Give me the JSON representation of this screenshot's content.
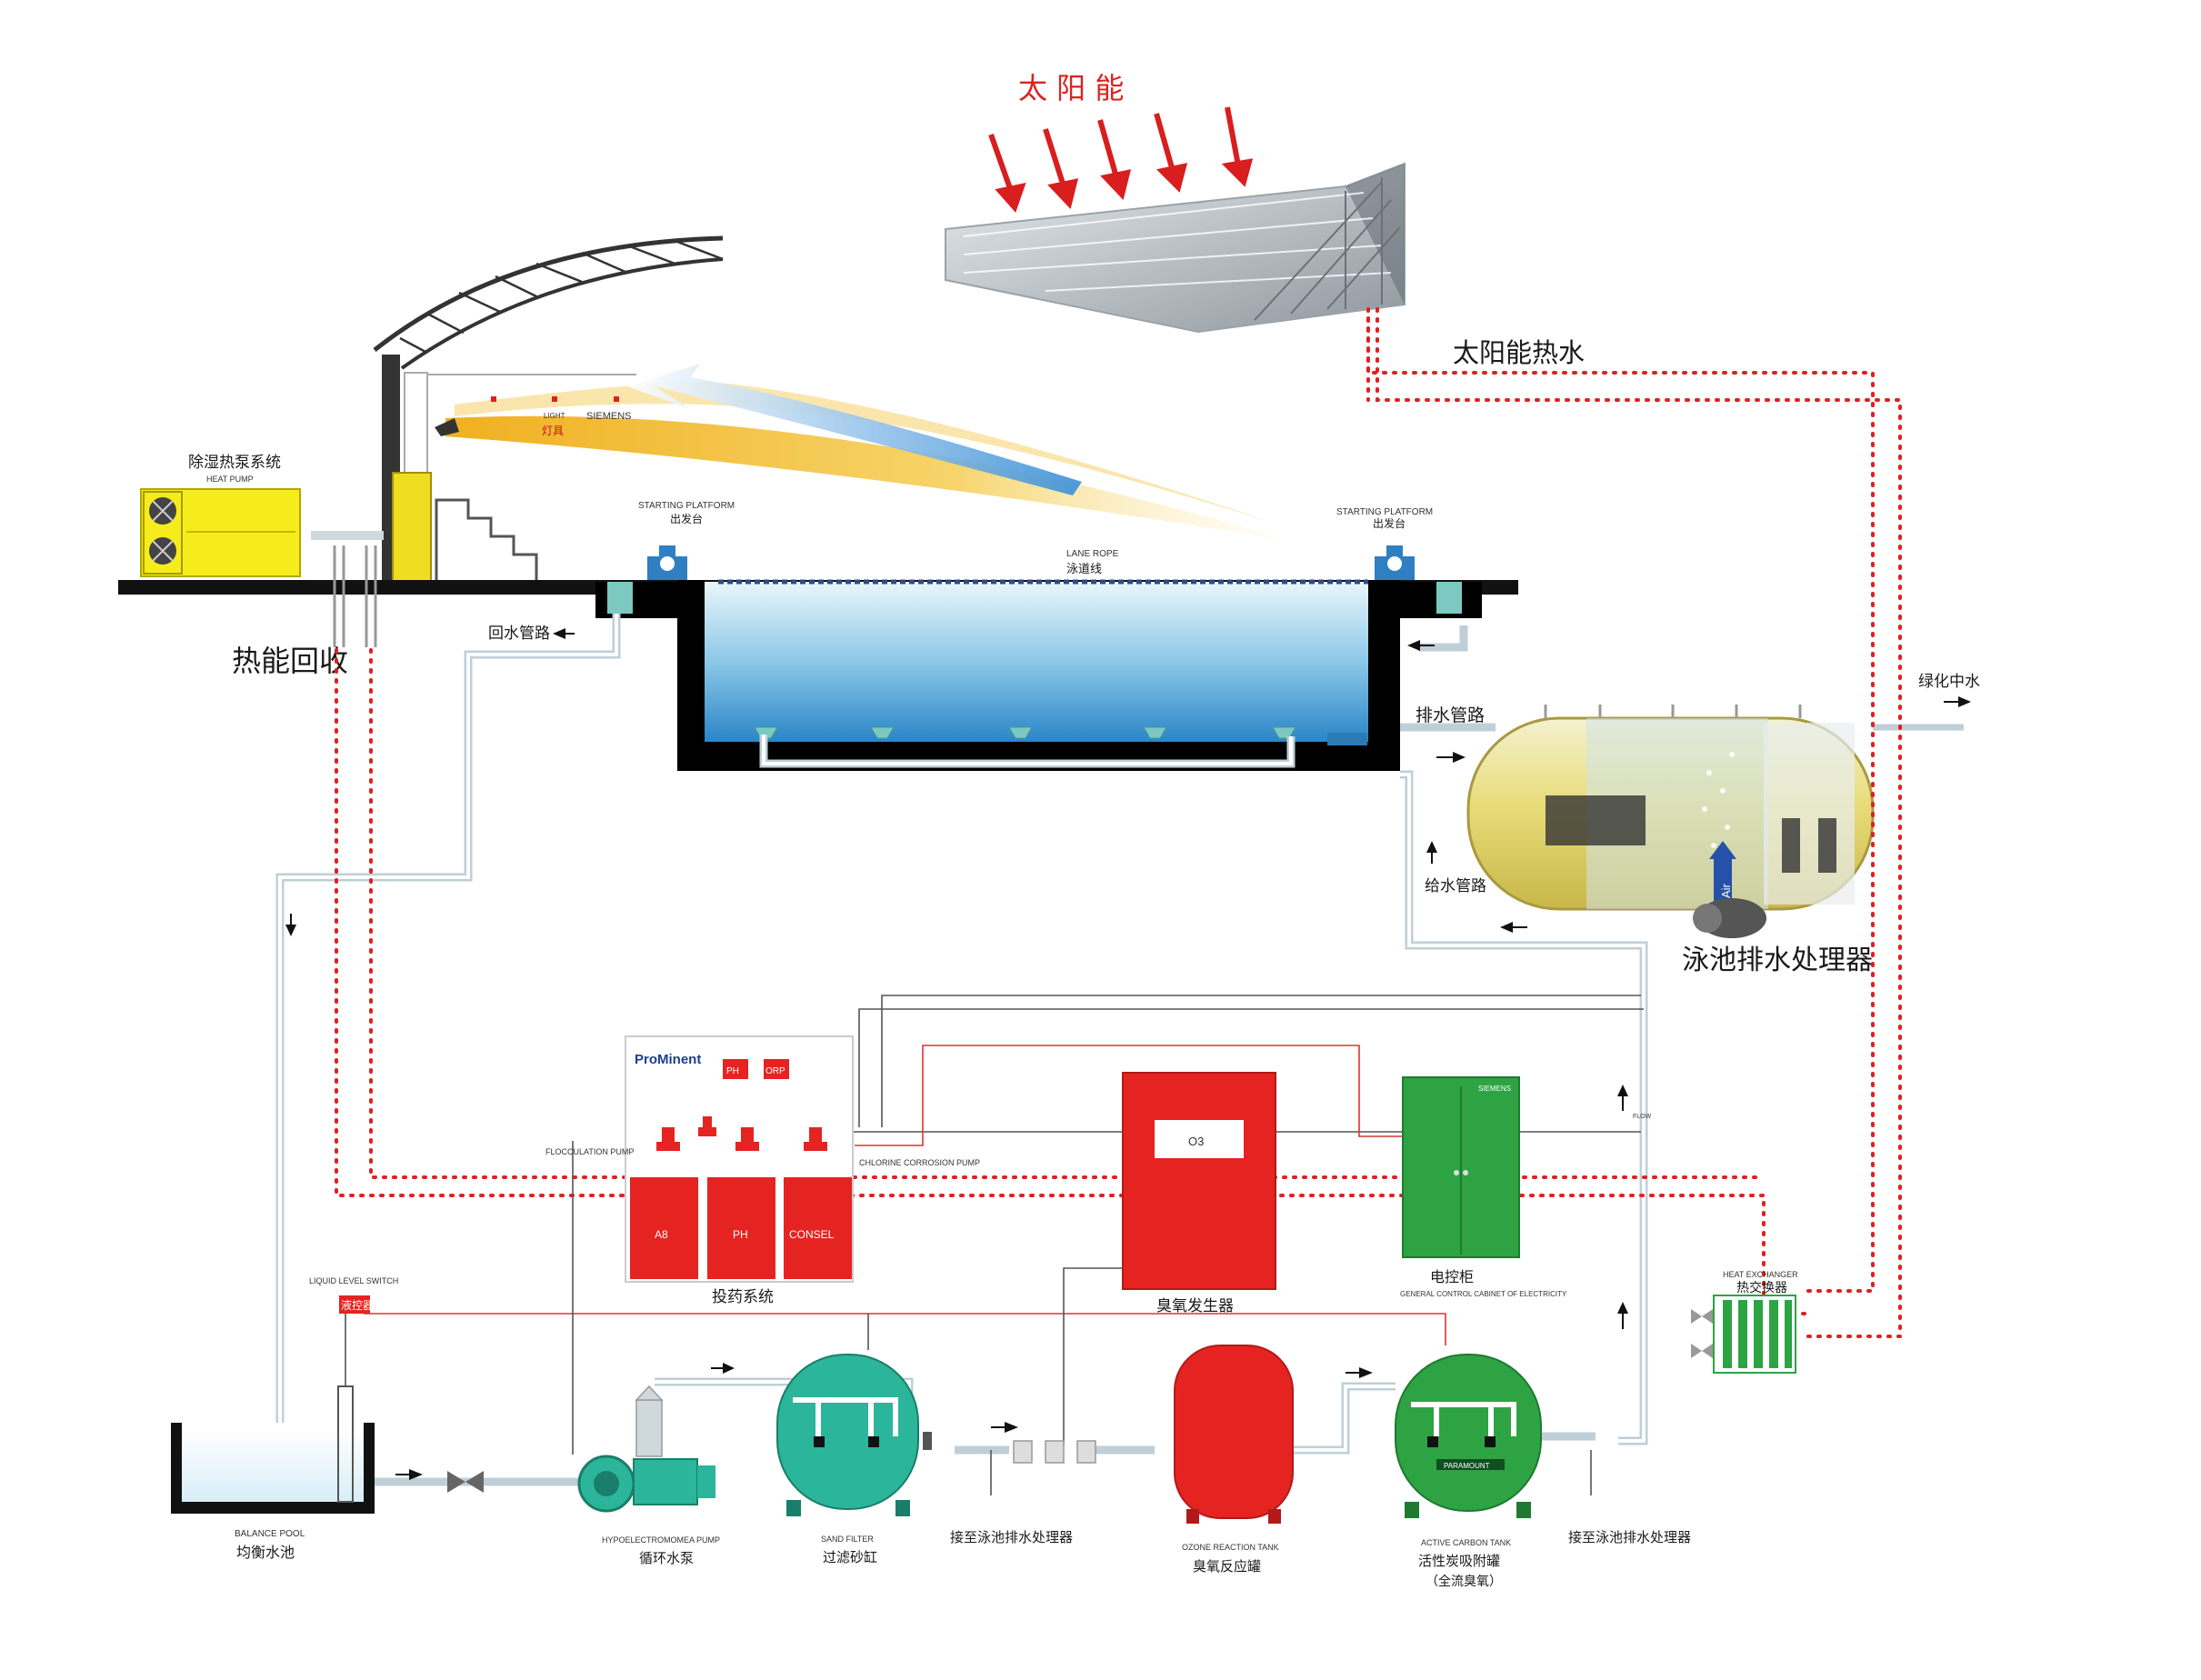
{
  "labels": {
    "solar": "太 阳 能",
    "solar_hot_water": "太阳能热水",
    "heat_pump_cn": "除湿热泵系统",
    "heat_pump_en": "HEAT PUMP",
    "heat_recovery": "热能回收",
    "light_en": "LIGHT",
    "light_cn": "灯具",
    "siemens": "SIEMENS",
    "start_en_1": "STARTING PLATFORM",
    "start_cn_1": "出发台",
    "start_en_2": "STARTING PLATFORM",
    "start_cn_2": "出发台",
    "lane_en": "LANE ROPE",
    "lane_cn": "泳道线",
    "return_pipe": "回水管路",
    "drain_pipe": "排水管路",
    "supply_pipe": "给水管路",
    "greening_water": "绿化中水",
    "treatment": "泳池排水处理器",
    "air": "Air",
    "prominent": "ProMinent",
    "panel_ph": "PH",
    "panel_orp": "ORP",
    "tank_a": "A8",
    "tank_b": "PH",
    "tank_c": "CONSEL",
    "dosing_cn": "投药系统",
    "flocculation_en": "FLOCCULATION PUMP",
    "chlorine_en": "CHLORINE CORROSION PUMP",
    "ozone_panel": "O3",
    "ozone_cn": "臭氧发生器",
    "control_siemens": "SIEMENS",
    "control_cn": "电控柜",
    "control_en": "GENERAL CONTROL CABINET OF ELECTRICITY",
    "heat_ex_en": "HEAT EXCHANGER",
    "heat_ex_cn": "热交换器",
    "level_en": "LIQUID LEVEL SWITCH",
    "level_cn": "液控器",
    "balance_en": "BALANCE POOL",
    "balance_cn": "均衡水池",
    "pump_en": "HYPOELECTROMOMEA PUMP",
    "pump_cn": "循环水泵",
    "sand_en": "SAND FILTER",
    "sand_cn": "过滤砂缸",
    "to_treatment_1": "接至泳池排水处理器",
    "reaction_en": "OZONE REACTION TANK",
    "reaction_cn": "臭氧反应罐",
    "carbon_en": "ACTIVE CARBON TANK",
    "carbon_cn": "活性炭吸附罐",
    "carbon_cn2": "（全流臭氧）",
    "paramount": "PARAMOUNT",
    "to_treatment_2": "接至泳池排水处理器",
    "flow_label": "FLOW"
  },
  "colors": {
    "red": "#e52421",
    "teal": "#2bb59a",
    "green": "#2ea343",
    "yellow": "#f4ea1a",
    "pool_top": "#e6f4fb",
    "pool_bottom": "#2c8fd0",
    "pipe": "#bfcfd8"
  }
}
